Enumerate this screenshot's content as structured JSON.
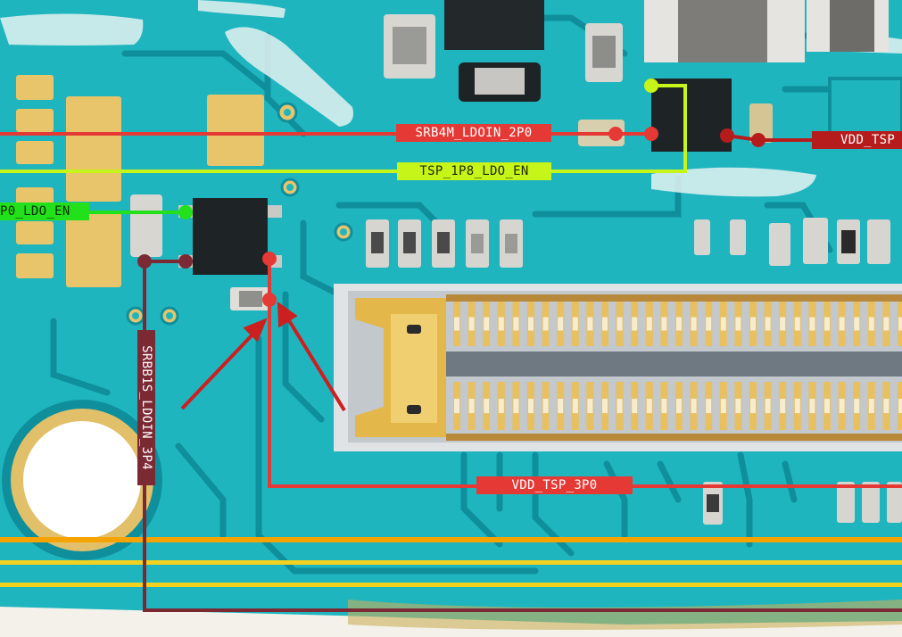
{
  "nets": {
    "srb4m": "SRB4M_LDOIN_2P0",
    "tsp_1p8": "TSP_1P8_LDO_EN",
    "p0_ldo_en": "P0_LDO_EN",
    "vdd_tsp_right": "VDD_TSP",
    "vdd_tsp_bottom": "VDD_TSP_3P0",
    "srbb1s": "SRBB1S_LDOIN_3P4"
  },
  "colors": {
    "board": "#1fb5bf",
    "trace_dark": "#0f8f9c",
    "gold": "#e8c46a",
    "red": "#e53935",
    "dark_red": "#b71c1c",
    "lime": "#c6f51a",
    "green": "#22e01a",
    "maroon": "#7b2a34",
    "orange": "#f5a300",
    "yellow": "#f2d21e",
    "chip": "#1e2326",
    "connector_gray": "#8c9399"
  }
}
